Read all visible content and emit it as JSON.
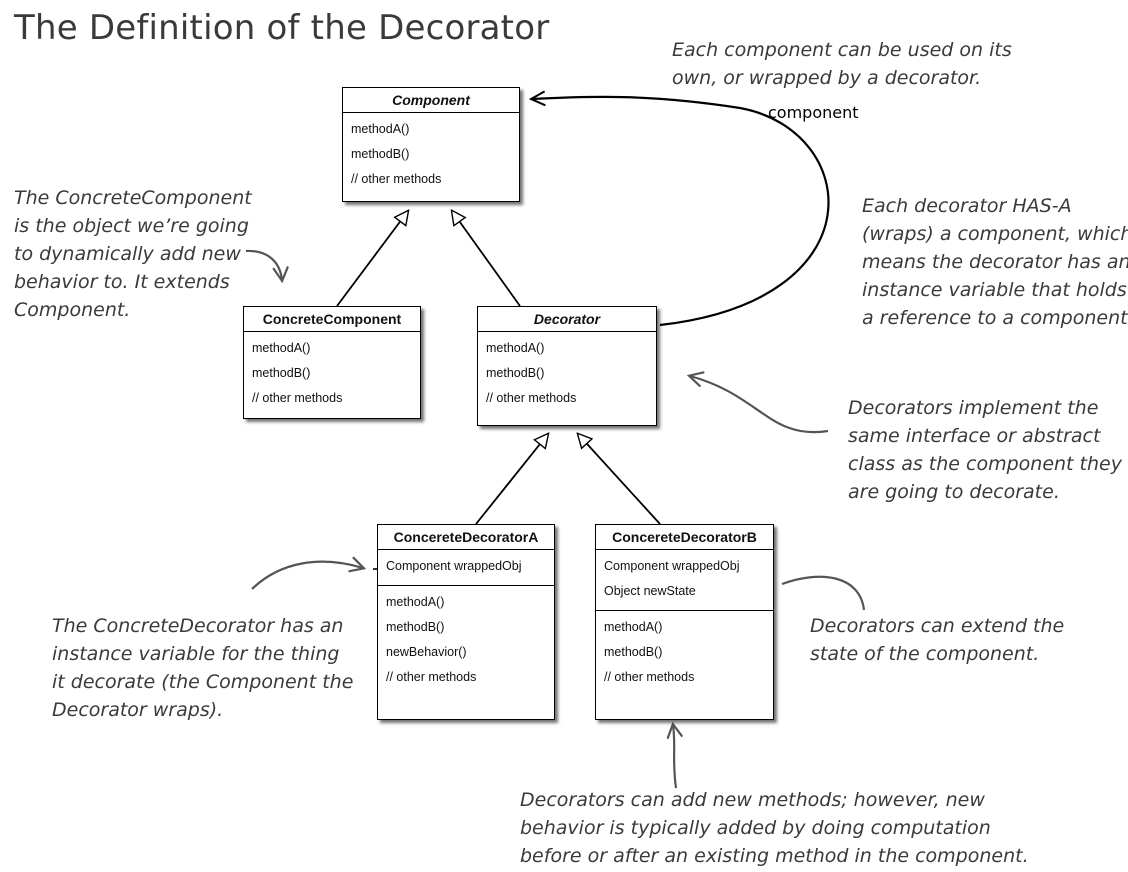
{
  "title": "The Definition of the Decorator",
  "classes": {
    "component": {
      "name": "Component",
      "methods": [
        "methodA()",
        "methodB()",
        "// other methods"
      ]
    },
    "concrete_component": {
      "name": "ConcreteComponent",
      "methods": [
        "methodA()",
        "methodB()",
        "// other methods"
      ]
    },
    "decorator": {
      "name": "Decorator",
      "methods": [
        "methodA()",
        "methodB()",
        "// other methods"
      ]
    },
    "decorator_a": {
      "name": "ConcereteDecoratorA",
      "fields": [
        "Component wrappedObj"
      ],
      "methods": [
        "methodA()",
        "methodB()",
        "newBehavior()",
        "// other methods"
      ]
    },
    "decorator_b": {
      "name": "ConcereteDecoratorB",
      "fields": [
        "Component wrappedObj",
        "Object newState"
      ],
      "methods": [
        "methodA()",
        "methodB()",
        "// other methods"
      ]
    }
  },
  "association_label": "component",
  "notes": {
    "each_component": [
      "Each component can be used on its",
      "own, or wrapped by a decorator."
    ],
    "concrete_component": [
      "The ConcreteComponent",
      "is the object we’re going",
      "to dynamically add new",
      "behavior to. It extends",
      "Component."
    ],
    "has_a": [
      "Each decorator HAS-A",
      "(wraps) a component, which",
      "means the decorator has an",
      "instance variable that holds",
      "a reference to a component."
    ],
    "implement": [
      "Decorators implement the",
      "same interface or abstract",
      "class as the component they",
      "are going to decorate."
    ],
    "concrete_decorator": [
      "The ConcreteDecorator has an",
      "instance variable for the thing",
      "it decorate (the Component the",
      "Decorator wraps)."
    ],
    "extend_state": [
      "Decorators can extend the",
      "state of the component."
    ],
    "add_methods": [
      "Decorators can add new methods; however, new",
      "behavior is typically added by doing computation",
      "before or after an existing method in the component."
    ]
  }
}
